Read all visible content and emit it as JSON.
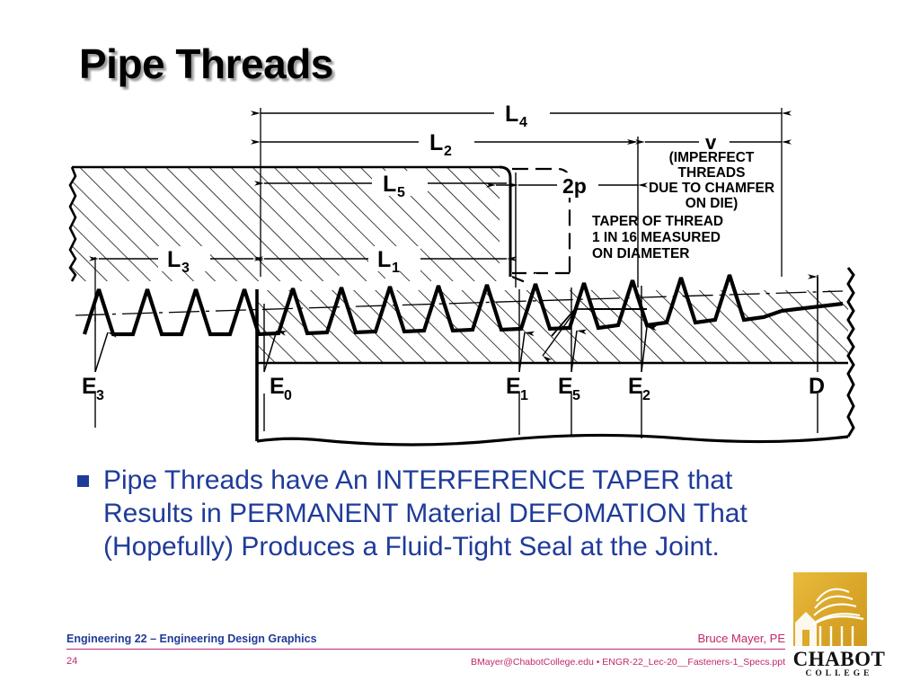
{
  "slide": {
    "title": "Pipe Threads",
    "page_number": "24"
  },
  "figure": {
    "caption_blocks": {
      "imperfect_threads": "(IMPERFECT\nTHREADS\nDUE TO CHAMFER\nON DIE)",
      "imperfect_threads_lines": [
        "(IMPERFECT",
        "THREADS",
        "DUE TO CHAMFER",
        "ON DIE)"
      ],
      "taper_note_lines": [
        "TAPER OF THREAD",
        "1 IN 16 MEASURED",
        "ON DIAMETER"
      ]
    },
    "dimensions_top": [
      {
        "id": "L4",
        "base": "L",
        "sub": "4"
      },
      {
        "id": "L2",
        "base": "L",
        "sub": "2"
      },
      {
        "id": "v",
        "base": "v",
        "sub": ""
      },
      {
        "id": "L5",
        "base": "L",
        "sub": "5"
      },
      {
        "id": "2p",
        "base": "2p",
        "sub": ""
      },
      {
        "id": "L3",
        "base": "L",
        "sub": "3"
      },
      {
        "id": "L1",
        "base": "L",
        "sub": "1"
      }
    ],
    "dimensions_bottom": [
      {
        "id": "E3",
        "base": "E",
        "sub": "3"
      },
      {
        "id": "E0",
        "base": "E",
        "sub": "0"
      },
      {
        "id": "E1",
        "base": "E",
        "sub": "1"
      },
      {
        "id": "E5",
        "base": "E",
        "sub": "5"
      },
      {
        "id": "E2",
        "base": "E",
        "sub": "2"
      },
      {
        "id": "D",
        "base": "D",
        "sub": ""
      }
    ]
  },
  "body": {
    "bullet_text": "Pipe Threads have An INTERFERENCE TAPER that Results in PERMANENT Material DEFOMATION That (Hopefully) Produces a Fluid-Tight Seal at the Joint."
  },
  "footer": {
    "course": "Engineering 22 – Engineering Design Graphics",
    "author": "Bruce Mayer, PE",
    "file_line": "BMayer@ChabotCollege.edu  • ENGR-22_Lec-20__Fasteners-1_Specs.ppt"
  },
  "logo": {
    "name": "CHABOT",
    "subtitle": "COLLEGE"
  },
  "colors": {
    "body_blue": "#1f3b99",
    "footer_crimson": "#c0276b",
    "rule_magenta": "#b5277b",
    "logo_gold": "#dca92c",
    "title_black": "#000000"
  }
}
